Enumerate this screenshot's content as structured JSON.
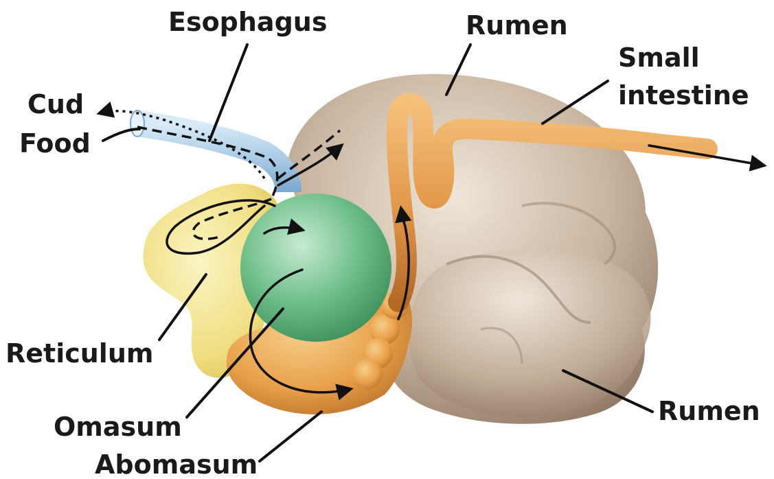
{
  "labels": {
    "esophagus": "Esophagus",
    "rumen_top": "Rumen",
    "small_intestine_line1": "Small",
    "small_intestine_line2": "intestine",
    "cud": "Cud",
    "food": "Food",
    "reticulum": "Reticulum",
    "omasum": "Omasum",
    "abomasum": "Abomasum",
    "rumen_bottom": "Rumen"
  },
  "colors": {
    "rumen": "#c7b29a",
    "rumen_shadow": "#9c8570",
    "reticulum": "#f2e38a",
    "omasum": "#6fbf8a",
    "abomasum": "#e8a04a",
    "intestine": "#e39a4c",
    "esophagus": "#a9cbe6",
    "ink": "#111111"
  }
}
